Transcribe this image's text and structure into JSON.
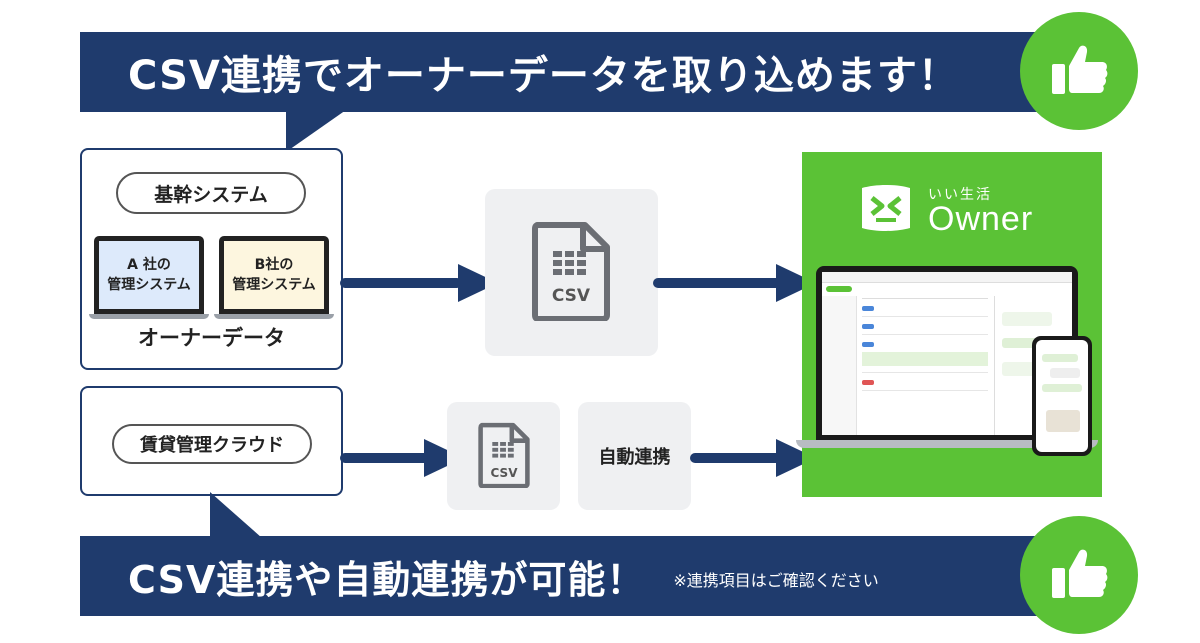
{
  "top_banner": {
    "headline": "CSV連携でオーナーデータを取り込めます！"
  },
  "bottom_banner": {
    "headline": "CSV連携や自動連携が可能！",
    "note": "※連携項目はご確認ください"
  },
  "core_system": {
    "pill_label": "基幹システム",
    "laptop_a_label": "A 社の\n管理システム",
    "laptop_b_label": "B社の\n管理システム",
    "caption": "オーナーデータ"
  },
  "rental_cloud": {
    "pill_label": "賃貸管理クラウド"
  },
  "csv_large": {
    "label": "CSV"
  },
  "csv_small": {
    "label": "CSV"
  },
  "auto_link": {
    "label": "自動連携"
  },
  "product": {
    "subtitle": "いい生活",
    "name": "Owner"
  },
  "colors": {
    "navy": "#1f3b6d",
    "green": "#5bc236",
    "grey_box": "#eff0f2",
    "laptop_a_screen": "#ddeafb",
    "laptop_b_screen": "#fdf6df"
  },
  "icons": [
    "thumbs-up-icon",
    "csv-file-icon",
    "laptop-icon",
    "arrow-right-icon",
    "owner-logo-icon"
  ]
}
